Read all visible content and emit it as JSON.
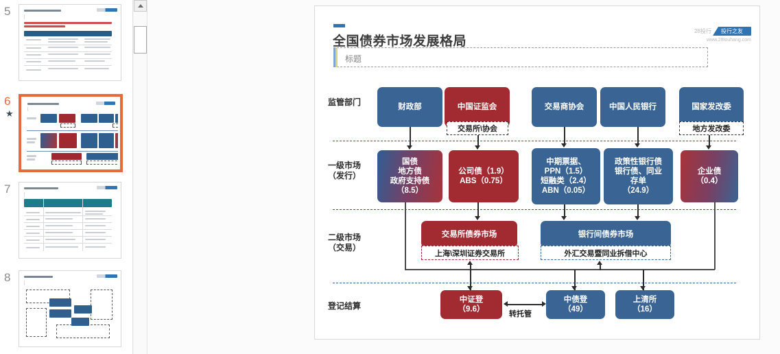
{
  "sidebar": {
    "thumbnails": [
      {
        "number": "5",
        "starred": false,
        "selected": false,
        "kind": "table-slide"
      },
      {
        "number": "6",
        "starred": true,
        "selected": true,
        "kind": "diagram-slide"
      },
      {
        "number": "7",
        "starred": false,
        "selected": false,
        "kind": "table-slide-teal"
      },
      {
        "number": "8",
        "starred": false,
        "selected": false,
        "kind": "mindmap-slide"
      }
    ]
  },
  "scrollbar": {
    "up_arrow": "▲",
    "thumb_name": "scroll-thumb"
  },
  "slide": {
    "title": "全国债券市场发展格局",
    "subtitle_placeholder": "标题",
    "logo": {
      "gray_text": "28投行",
      "badge_text": "投行之友",
      "url": "www.28touhang.com",
      "accent_color": "#2f74b5"
    }
  },
  "colors": {
    "blue": "#3a6493",
    "red": "#a22b32",
    "divider": "#2f5d94",
    "selection": "#e8693c"
  },
  "diagram": {
    "rows": [
      {
        "id": "regulators",
        "label": "监管部门",
        "sublabel": ""
      },
      {
        "id": "primary",
        "label": "一级市场",
        "sublabel": "（发行）"
      },
      {
        "id": "secondary",
        "label": "二级市场",
        "sublabel": "（交易）"
      },
      {
        "id": "settlement",
        "label": "登记结算",
        "sublabel": ""
      }
    ],
    "regulators": [
      {
        "name": "财政部",
        "style": "blue",
        "note": null
      },
      {
        "name": "中国证监会",
        "style": "red",
        "note": "交易所\\协会",
        "note_style": "db-dark"
      },
      {
        "name": "交易商协会",
        "style": "blue",
        "note": null
      },
      {
        "name": "中国人民银行",
        "style": "blue",
        "note": null
      },
      {
        "name": "国家发改委",
        "style": "blue",
        "note": "地方发改委",
        "note_style": "db-dark"
      }
    ],
    "primary": [
      {
        "name": "国债\n地方债\n政府支持债\n（8.5）",
        "style": "grad-br"
      },
      {
        "name": "公司债（1.9）\nABS（0.75）",
        "style": "red"
      },
      {
        "name": "中期票据、\nPPN（1.5）\n短融类（2.4）\nABN（0.05）",
        "style": "blue"
      },
      {
        "name": "政策性银行债\n银行债、同业\n存单\n（24.9）",
        "style": "blue"
      },
      {
        "name": "企业债\n（0.4）",
        "style": "grad-rb"
      }
    ],
    "secondary": [
      {
        "name": "交易所债券市场",
        "style": "red",
        "note": "上海\\深圳证券交易所",
        "note_style": "db-red"
      },
      {
        "name": "银行间债券市场",
        "style": "blue",
        "note": "外汇交易暨同业拆借中心",
        "note_style": "db-blue"
      }
    ],
    "settlement": [
      {
        "name": "中证登\n（9.6）",
        "style": "red"
      },
      {
        "name": "中债登\n（49）",
        "style": "blue"
      },
      {
        "name": "上清所\n（16）",
        "style": "blue"
      }
    ],
    "edges": [
      {
        "label": "转托管",
        "from": "中证登（9.6）",
        "to": "中债登（49）",
        "type": "bidirectional"
      }
    ]
  }
}
